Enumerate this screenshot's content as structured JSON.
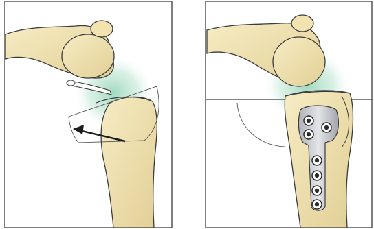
{
  "figure": {
    "panels": [
      {
        "id": "before-osteotomy",
        "elements": [
          "femur",
          "patella",
          "tibia",
          "collateral-ligament",
          "curved-osteotomy-cut",
          "rotation-arrow",
          "inflammation-glow"
        ]
      },
      {
        "id": "after-plate-fixation",
        "elements": [
          "femur",
          "patella",
          "tibia",
          "rotated-tibial-plateau",
          "bone-plate",
          "screws",
          "horizontal-reference-line",
          "inflammation-glow"
        ]
      }
    ],
    "plate": {
      "screw_count": 7
    },
    "colors": {
      "bone": "#f1e4b3",
      "bone_shadow": "#d9c489",
      "outline": "#3b3b3b",
      "glow": "#9fd8bf",
      "plate": "#c9ccd0",
      "screw": "#2b2b2b",
      "frame": "#555555"
    }
  }
}
